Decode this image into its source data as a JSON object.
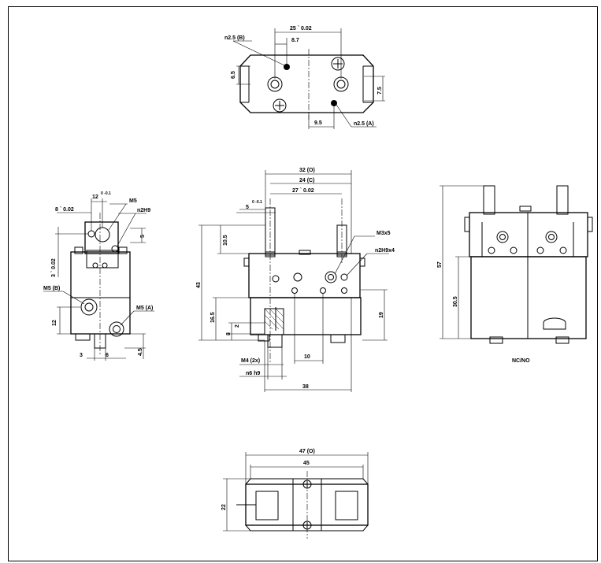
{
  "drawing": {
    "top_view": {
      "dim_25": "25 ` 0.02",
      "dim_87": "8.7",
      "dim_65": "6.5",
      "dim_75": "7.5",
      "dim_95": "9.5",
      "port_b": "n2.5 (B)",
      "port_a": "n2.5 (A)"
    },
    "left_view": {
      "dim_12": "12",
      "dim_12_tol": "0 -0.1",
      "dim_8": "8 ` 0.02",
      "dim_3": "3 ` 0.02",
      "dim_5": "5",
      "dim_12b": "12",
      "dim_3b": "3",
      "dim_6": "6",
      "dim_45": "4.5",
      "label_m5": "M5",
      "label_n2h9": "n2H9",
      "label_m5b": "M5 (B)",
      "label_m5a": "M5 (A)"
    },
    "front_view": {
      "dim_32": "32 (O)",
      "dim_24": "24 (C)",
      "dim_27": "27 ` 0.02",
      "dim_5": "5",
      "dim_5_tol": "0 -0.1",
      "dim_105": "10.5",
      "dim_43": "43",
      "dim_165": "16.5",
      "dim_8": "8",
      "dim_2": "2",
      "dim_19": "19",
      "dim_10": "10",
      "dim_38": "38",
      "label_m3": "M3x5",
      "label_n2h9": "n2H9x4",
      "label_m4": "M4 (2x)",
      "label_n6": "n6 h9"
    },
    "right_view": {
      "dim_57": "57",
      "dim_305": "30.5",
      "caption": "NC/NO"
    },
    "bottom_view": {
      "dim_47": "47 (O)",
      "dim_45": "45",
      "dim_22": "22"
    }
  }
}
